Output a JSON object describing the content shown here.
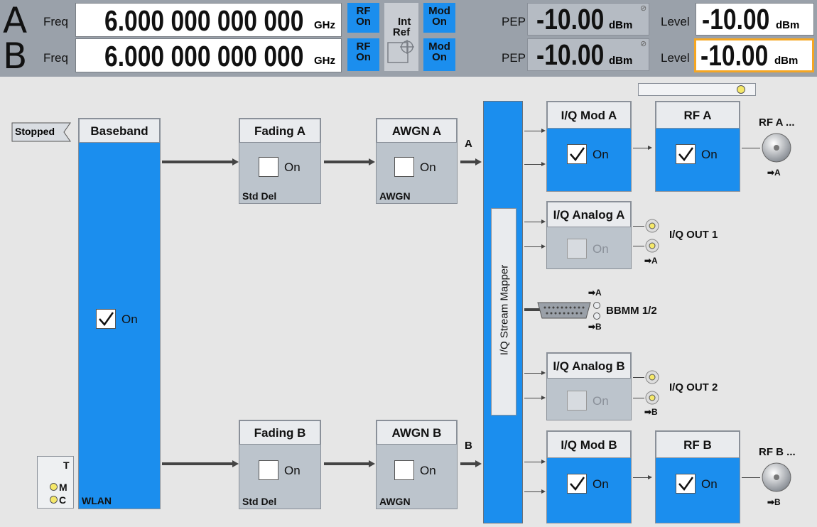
{
  "header": {
    "path_a": "A",
    "path_b": "B",
    "freq_label": "Freq",
    "freq_a": "6.000 000 000 000",
    "freq_b": "6.000 000 000 000",
    "freq_unit": "GHz",
    "rf_a": "RF\nOn",
    "rf_b": "RF\nOn",
    "int_ref": "Int\nRef",
    "mod_a": "Mod\nOn",
    "mod_b": "Mod\nOn",
    "pep_label": "PEP",
    "pep_a": "-10.00",
    "pep_b": "-10.00",
    "level_label": "Level",
    "level_a": "-10.00",
    "level_b": "-10.00",
    "power_unit": "dBm"
  },
  "diagram": {
    "stopped": "Stopped",
    "baseband": {
      "title": "Baseband",
      "on": "On",
      "std": "WLAN"
    },
    "trigger": {
      "t": "T",
      "m": "M",
      "c": "C"
    },
    "fading_a": {
      "title": "Fading A",
      "on": "On",
      "sub": "Std Del"
    },
    "fading_b": {
      "title": "Fading B",
      "on": "On",
      "sub": "Std Del"
    },
    "awgn_a": {
      "title": "AWGN A",
      "on": "On",
      "sub": "AWGN"
    },
    "awgn_b": {
      "title": "AWGN B",
      "on": "On",
      "sub": "AWGN"
    },
    "path_a_label": "A",
    "path_b_label": "B",
    "mapper": "I/Q Stream Mapper",
    "iq_mod_a": {
      "title": "I/Q Mod A",
      "on": "On"
    },
    "iq_mod_b": {
      "title": "I/Q Mod B",
      "on": "On"
    },
    "rf_a": {
      "title": "RF A",
      "on": "On",
      "connector": "RF A ...",
      "arrow": "➡A"
    },
    "rf_b": {
      "title": "RF B",
      "on": "On",
      "connector": "RF B ...",
      "arrow": "➡B"
    },
    "iq_analog_a": {
      "title": "I/Q Analog A",
      "on": "On",
      "out": "I/Q OUT 1",
      "arrow": "➡A"
    },
    "iq_analog_b": {
      "title": "I/Q Analog B",
      "on": "On",
      "out": "I/Q OUT 2",
      "arrow": "➡B"
    },
    "bbmm": {
      "label": "BBMM 1/2",
      "a": "➡A",
      "b": "➡B"
    }
  }
}
